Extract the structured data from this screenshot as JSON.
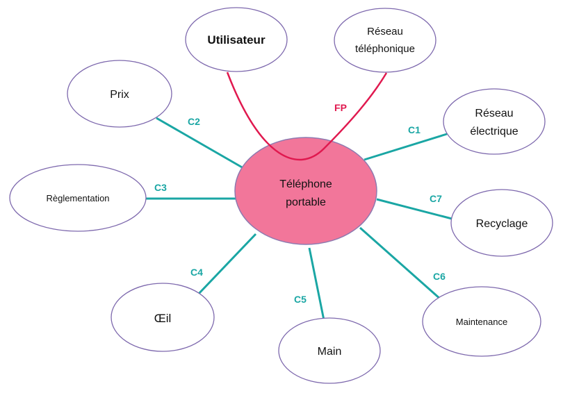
{
  "colors": {
    "center_fill": "#f2769a",
    "center_stroke": "#8e7ab0",
    "node_stroke": "#7d68ad",
    "node_fill": "#ffffff",
    "link_color": "#1aa6a4",
    "fp_color": "#e0194f"
  },
  "center": {
    "line1": "Téléphone",
    "line2": "portable"
  },
  "nodes": {
    "utilisateur": {
      "line1": "Utilisateur"
    },
    "reseau_telephonique": {
      "line1": "Réseau",
      "line2": "téléphonique"
    },
    "prix": {
      "line1": "Prix"
    },
    "reseau_electrique": {
      "line1": "Réseau",
      "line2": "électrique"
    },
    "reglementation": {
      "line1": "Règlementation"
    },
    "recyclage": {
      "line1": "Recyclage"
    },
    "oeil": {
      "line1": "Œil"
    },
    "main": {
      "line1": "Main"
    },
    "maintenance": {
      "line1": "Maintenance"
    }
  },
  "links": {
    "fp": "FP",
    "c1": "C1",
    "c2": "C2",
    "c3": "C3",
    "c4": "C4",
    "c5": "C5",
    "c6": "C6",
    "c7": "C7"
  }
}
